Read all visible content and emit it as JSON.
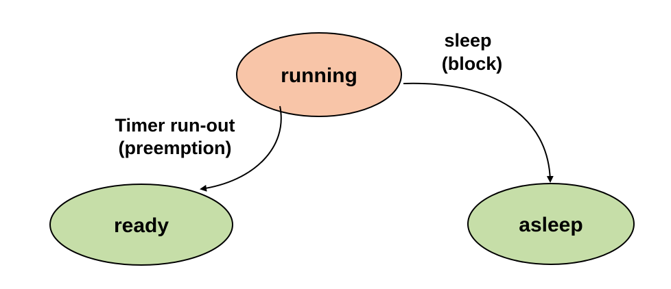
{
  "diagram": {
    "colors": {
      "running_fill": "#f8c5a8",
      "idle_fill": "#c6dea8",
      "stroke": "#000000"
    },
    "states": {
      "running": "running",
      "ready": "ready",
      "asleep": "asleep"
    },
    "transitions": {
      "preemption_line1": "Timer run-out",
      "preemption_line2": "(preemption)",
      "sleep_line1": "sleep",
      "sleep_line2": "(block)"
    }
  }
}
